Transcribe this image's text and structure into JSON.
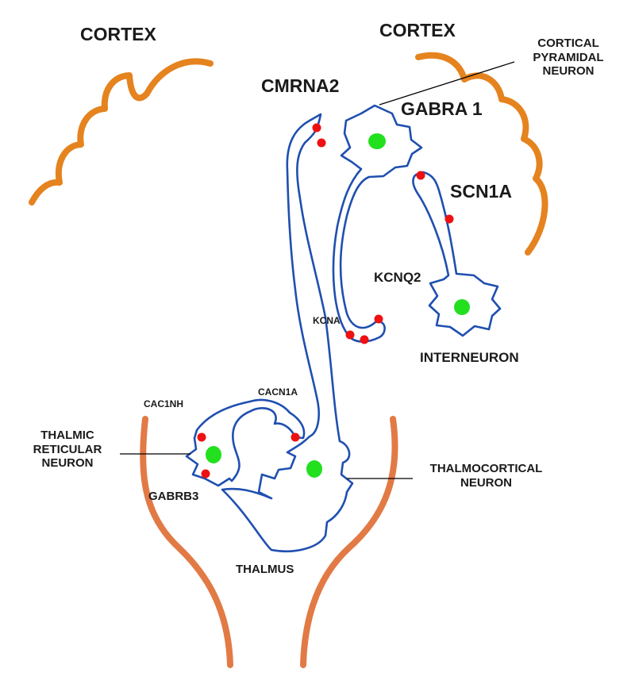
{
  "regions": {
    "cortex_left": "CORTEX",
    "cortex_right": "CORTEX",
    "thalamus": "THALMUS"
  },
  "neurons": {
    "cortical_pyramidal": [
      "CORTICAL",
      "PYRAMIDAL",
      "NEURON"
    ],
    "interneuron": "INTERNEURON",
    "thalamic_reticular": [
      "THALMIC",
      "RETICULAR",
      "NEURON"
    ],
    "thalamocortical": [
      "THALMOCORTICAL",
      "NEURON"
    ]
  },
  "genes": {
    "cmrna2": "CMRNA2",
    "gabra1": "GABRA 1",
    "scn1a": "SCN1A",
    "kcnq2": "KCNQ2",
    "kcna": "KCNA",
    "cac1nh": "CAC1NH",
    "cacn1a": "CACN1A",
    "gabrb3": "GABRB3"
  },
  "colors": {
    "cortex": "#e5831f",
    "thalamus_wall": "#e27a45",
    "neuron_outline": "#1f4fb0",
    "nucleus": "#22e01e",
    "ion_channel": "#ee1111"
  }
}
